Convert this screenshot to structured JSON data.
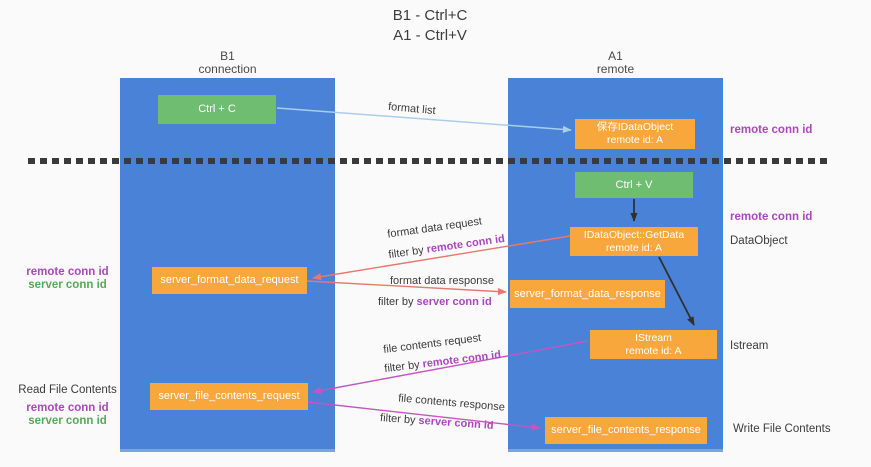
{
  "title": {
    "line1": "B1 - Ctrl+C",
    "line2": "A1 - Ctrl+V"
  },
  "lanes": {
    "left": {
      "title": "B1",
      "subtitle": "connection"
    },
    "right": {
      "title": "A1",
      "subtitle": "remote"
    }
  },
  "nodes": {
    "ctrl_c": {
      "label": "Ctrl + C"
    },
    "save_idataobject": {
      "line1": "保存IDataObject",
      "line2": "remote id: A"
    },
    "ctrl_v": {
      "label": "Ctrl + V"
    },
    "idataobject_getdata": {
      "line1": "IDataObject::GetData",
      "line2": "remote id: A"
    },
    "server_format_data_request": {
      "label": "server_format_data_request"
    },
    "server_format_data_response": {
      "label": "server_format_data_response"
    },
    "istream": {
      "line1": "IStream",
      "line2": "remote id: A"
    },
    "server_file_contents_request": {
      "label": "server_file_contents_request"
    },
    "server_file_contents_response": {
      "label": "server_file_contents_response"
    }
  },
  "edge_labels": {
    "format_list": "format list",
    "format_data_request": "format data request",
    "format_data_request_filter_prefix": "filter by",
    "format_data_request_filter_key": "remote conn id",
    "format_data_response": "format data response",
    "format_data_response_filter_prefix": "filter by",
    "format_data_response_filter_key": "server conn id",
    "file_contents_request": "file contents request",
    "file_contents_request_filter_prefix": "filter by",
    "file_contents_request_filter_key": "remote conn id",
    "file_contents_response": "file contents response",
    "file_contents_response_filter_prefix": "filter by",
    "file_contents_response_filter_key": "server conn id"
  },
  "side_labels": {
    "left_remote_conn_id_1": "remote conn id",
    "left_server_conn_id_1": "server conn id",
    "read_file_contents": "Read File Contents",
    "left_remote_conn_id_2": "remote conn id",
    "left_server_conn_id_2": "server conn id",
    "right_remote_conn_id_1": "remote conn id",
    "right_remote_conn_id_2": "remote conn id",
    "dataobject": "DataObject",
    "istream": "Istream",
    "write_file_contents": "Write File Contents"
  },
  "colors": {
    "lane_blue": "#4a82d8",
    "box_orange": "#f7a73c",
    "box_green": "#6ebd70",
    "arrow_light_blue": "#a9cdec",
    "arrow_salmon": "#e8776e",
    "arrow_magenta": "#c853c2",
    "arrow_black": "#2f2f2f",
    "text_purple": "#ab47bc",
    "text_green": "#55aa55"
  }
}
